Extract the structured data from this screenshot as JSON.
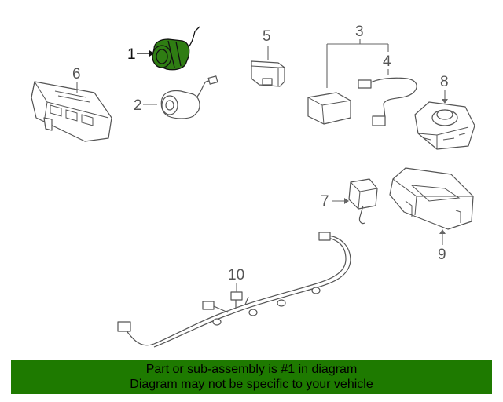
{
  "callouts": {
    "c1": "1",
    "c2": "2",
    "c3": "3",
    "c4": "4",
    "c5": "5",
    "c6": "6",
    "c7": "7",
    "c8": "8",
    "c9": "9",
    "c10": "10"
  },
  "banner": {
    "line1": "Part or sub-assembly is #1 in diagram",
    "line2": "Diagram may not be specific to your vehicle"
  },
  "colors": {
    "highlight_part": "#2f7d13",
    "banner_background": "#1e7a00",
    "line_art": "#555555"
  }
}
